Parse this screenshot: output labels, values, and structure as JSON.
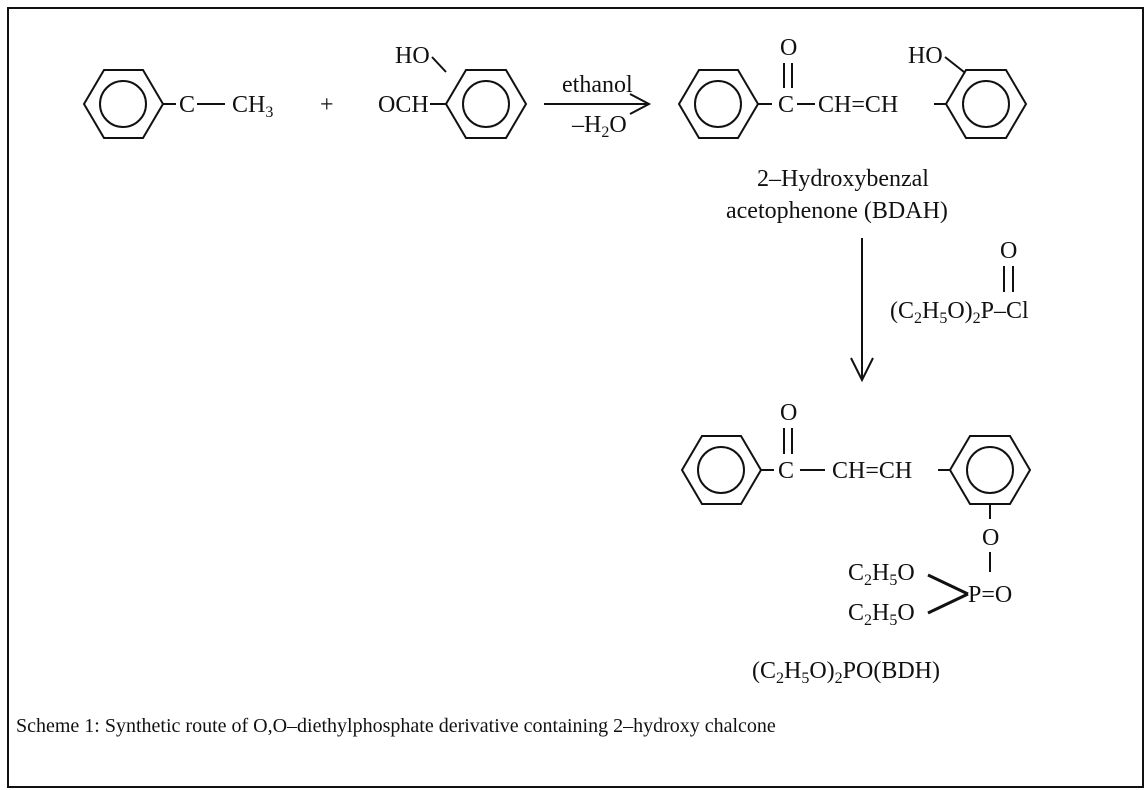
{
  "scheme": {
    "reagent1": {
      "c": "C",
      "ch3": "CH",
      "ch3_sub": "3"
    },
    "plus": "+",
    "reagent2": {
      "ho": "HO",
      "och": "OCH"
    },
    "arrow1": {
      "top": "ethanol",
      "bottom_prefix": "–H",
      "bottom_sub": "2",
      "bottom_suffix": "O"
    },
    "product1": {
      "o": "O",
      "c": "C",
      "chain": "CH=CH",
      "ho": "HO",
      "name_line1": "2–Hydroxybenzal",
      "name_line2": "acetophenone (BDAH)"
    },
    "arrow2": {
      "o": "O",
      "reagent_parts": [
        "(C",
        "2",
        "H",
        "5",
        "O)",
        "2",
        "P–Cl"
      ]
    },
    "product2": {
      "o": "O",
      "c": "C",
      "chain": "CH=CH",
      "o_link": "O",
      "ethoxy1": [
        "C",
        "2",
        "H",
        "5",
        "O"
      ],
      "ethoxy2": [
        "C",
        "2",
        "H",
        "5",
        "O"
      ],
      "p": "P=O",
      "formula": [
        "(C",
        "2",
        "H",
        "5",
        "O)",
        "2",
        "PO(BDH)"
      ]
    }
  },
  "caption": "Scheme 1: Synthetic route of O,O–diethylphosphate derivative containing 2–hydroxy chalcone"
}
